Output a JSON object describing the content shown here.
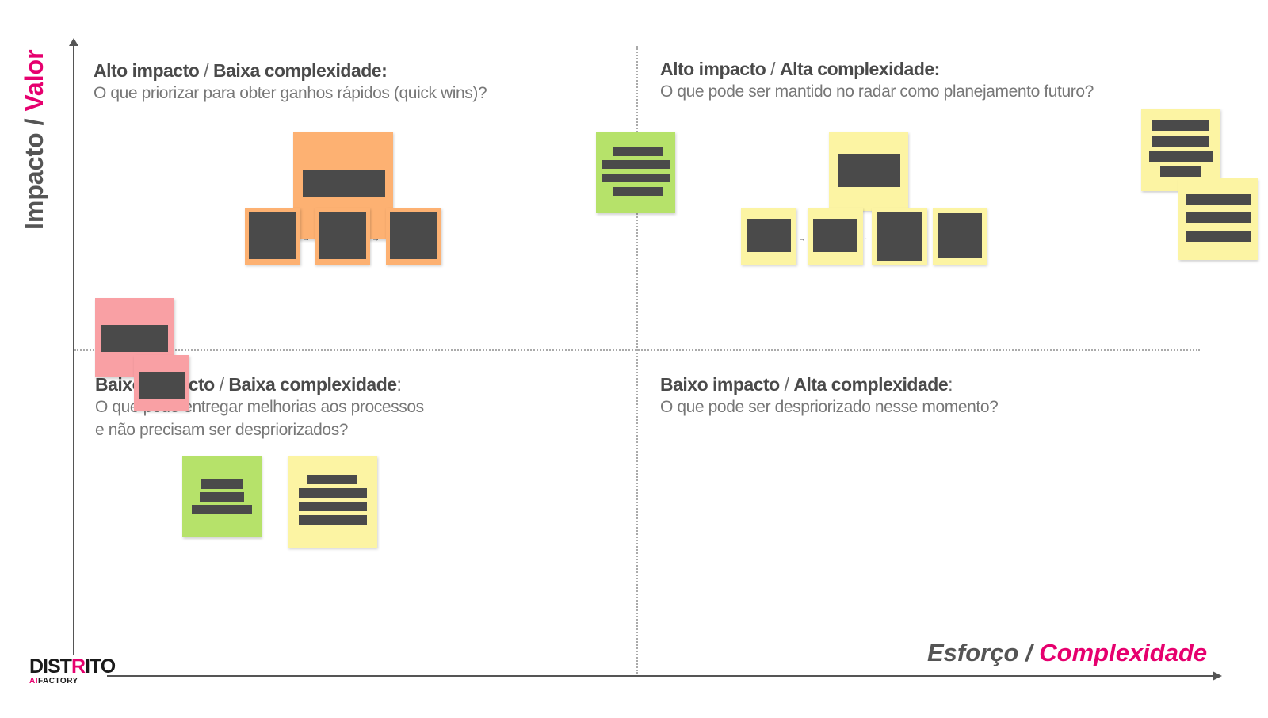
{
  "axes": {
    "y_label_part1": "Impacto / ",
    "y_label_part2": "Valor",
    "x_label_part1": "Esforço / ",
    "x_label_part2": "Complexidade"
  },
  "quadrants": {
    "top_left": {
      "title_a": "Alto impacto",
      "title_sep": " / ",
      "title_b": "Baixa complexidade:",
      "subtitle_1": "O que priorizar para obter ganhos rápidos (quick wins)?"
    },
    "top_right": {
      "title_a": "Alto impacto",
      "title_sep": " / ",
      "title_b": "Alta complexidade:",
      "subtitle_1": "O que pode ser mantido no radar como planejamento futuro?"
    },
    "bottom_left": {
      "title_a": "Baixo impacto",
      "title_sep": " / ",
      "title_b": "Baixa complexidade",
      "title_end": ":",
      "subtitle_1": "O que pode entregar melhorias aos processos",
      "subtitle_2": "e não precisam ser despriorizados?"
    },
    "bottom_right": {
      "title_a": "Baixo impacto",
      "title_sep": " / ",
      "title_b": "Alta complexidade",
      "title_end": ":",
      "subtitle_1": "O que pode ser despriorizado  nesse momento?"
    }
  },
  "logo": {
    "main_1": "DIST",
    "main_r": "R",
    "main_2": "ITO",
    "sub_ai": "AI",
    "sub_rest": "FACTORY"
  },
  "colors": {
    "accent": "#e6006e",
    "orange_note": "#fdb172",
    "yellow_note": "#fcf4a3",
    "green_note": "#b6e26a",
    "pink_note": "#f9a0a4"
  }
}
